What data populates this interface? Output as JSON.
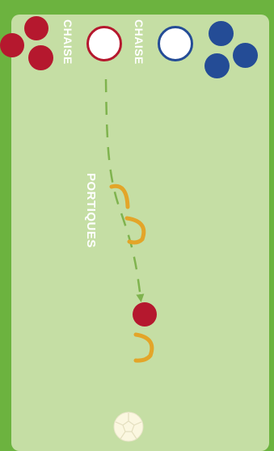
{
  "labels": {
    "chair_left": "CHAISE",
    "chair_right": "CHAISE",
    "gates": "PORTIQUES"
  },
  "colors": {
    "border_green": "#6cb33f",
    "field_green": "#c5dea4",
    "red": "#b5182e",
    "blue": "#244c96",
    "gate_orange": "#e3a529",
    "path_green": "#7fb34e",
    "white": "#ffffff"
  },
  "icons": {
    "red_team_balls": "red-ball-cluster",
    "blue_team_balls": "blue-ball-cluster",
    "chairs": "white-circle-chair",
    "gates": "arc-gate",
    "jack": "white-ball"
  }
}
